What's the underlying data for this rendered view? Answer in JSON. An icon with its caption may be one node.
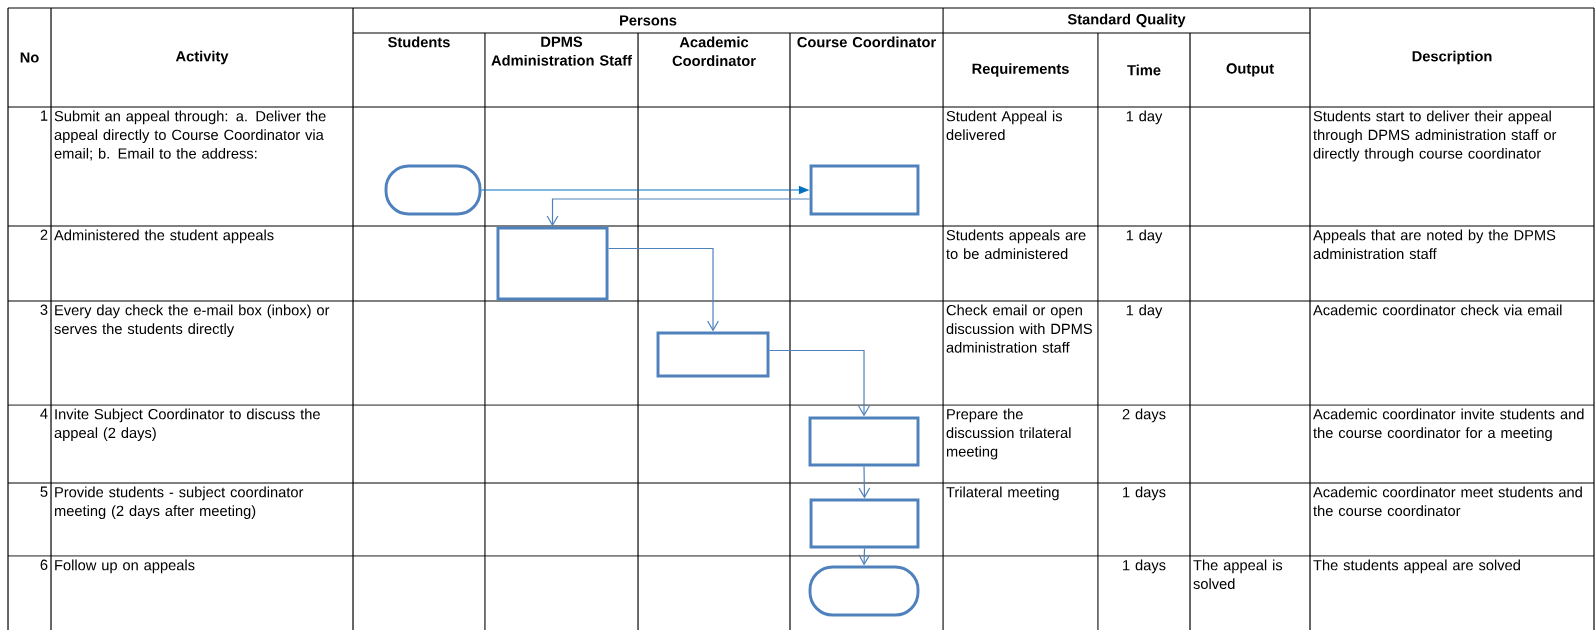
{
  "diagram": {
    "nodes": [
      {
        "text": [],
        "shape": "pill"
      },
      {
        "text": [],
        "shape": "box"
      },
      {
        "text": [],
        "shape": "box"
      },
      {
        "text": [],
        "shape": "box"
      },
      {
        "text": [],
        "shape": "box"
      },
      {
        "text": [],
        "shape": "box"
      },
      {
        "text": [],
        "shape": "pill"
      }
    ],
    "edges": [
      {
        "from": 0,
        "to": 1,
        "arrow": "to",
        "color": "#0070c0"
      },
      {
        "from": 1,
        "to": 2,
        "arrow": "to"
      },
      {
        "from": 2,
        "to": 3,
        "arrow": "to"
      },
      {
        "from": 3,
        "to": 4,
        "arrow": "to"
      },
      {
        "from": 4,
        "to": 5,
        "arrow": "to"
      },
      {
        "from": 5,
        "to": 6,
        "arrow": "to"
      }
    ],
    "labels": [
      "No",
      "Activity",
      "Persons",
      "Standard Quality",
      "Description",
      "Students",
      "DPMS Administration Staff",
      "Academic Coordinator",
      "Course Coordinator",
      "Requirements",
      "Time",
      "Output",
      "1",
      "Submit an appeal through: a. Deliver the appeal directly to Course Coordinator via email; b. Email to the address:",
      "Student Appeal is delivered",
      "1 day",
      "Students start to deliver their appeal through DPMS administration staff or directly through course coordinator",
      "2",
      "Administered the student appeals",
      "Students appeals are to be administered",
      "1 day",
      "Appeals that are noted by the DPMS administration staff",
      "3",
      "Every day check the e-mail box (inbox) or serves the students directly",
      "Check email or open discussion with DPMS administration staff",
      "1 day",
      "Academic coordinator check via email",
      "4",
      "Invite Subject Coordinator to discuss the appeal (2 days)",
      "Prepare the discussion trilateral meeting",
      "2 days",
      "Academic coordinator invite students and the course coordinator for a meeting",
      "5",
      "Provide students - subject coordinator meeting (2 days after meeting)",
      "Trilateral meeting",
      "1 days",
      "Academic coordinator meet students and the course coordinator",
      "6",
      "Follow up on appeals",
      "1 days",
      "The appeal is solved",
      "The students appeal are solved"
    ]
  }
}
